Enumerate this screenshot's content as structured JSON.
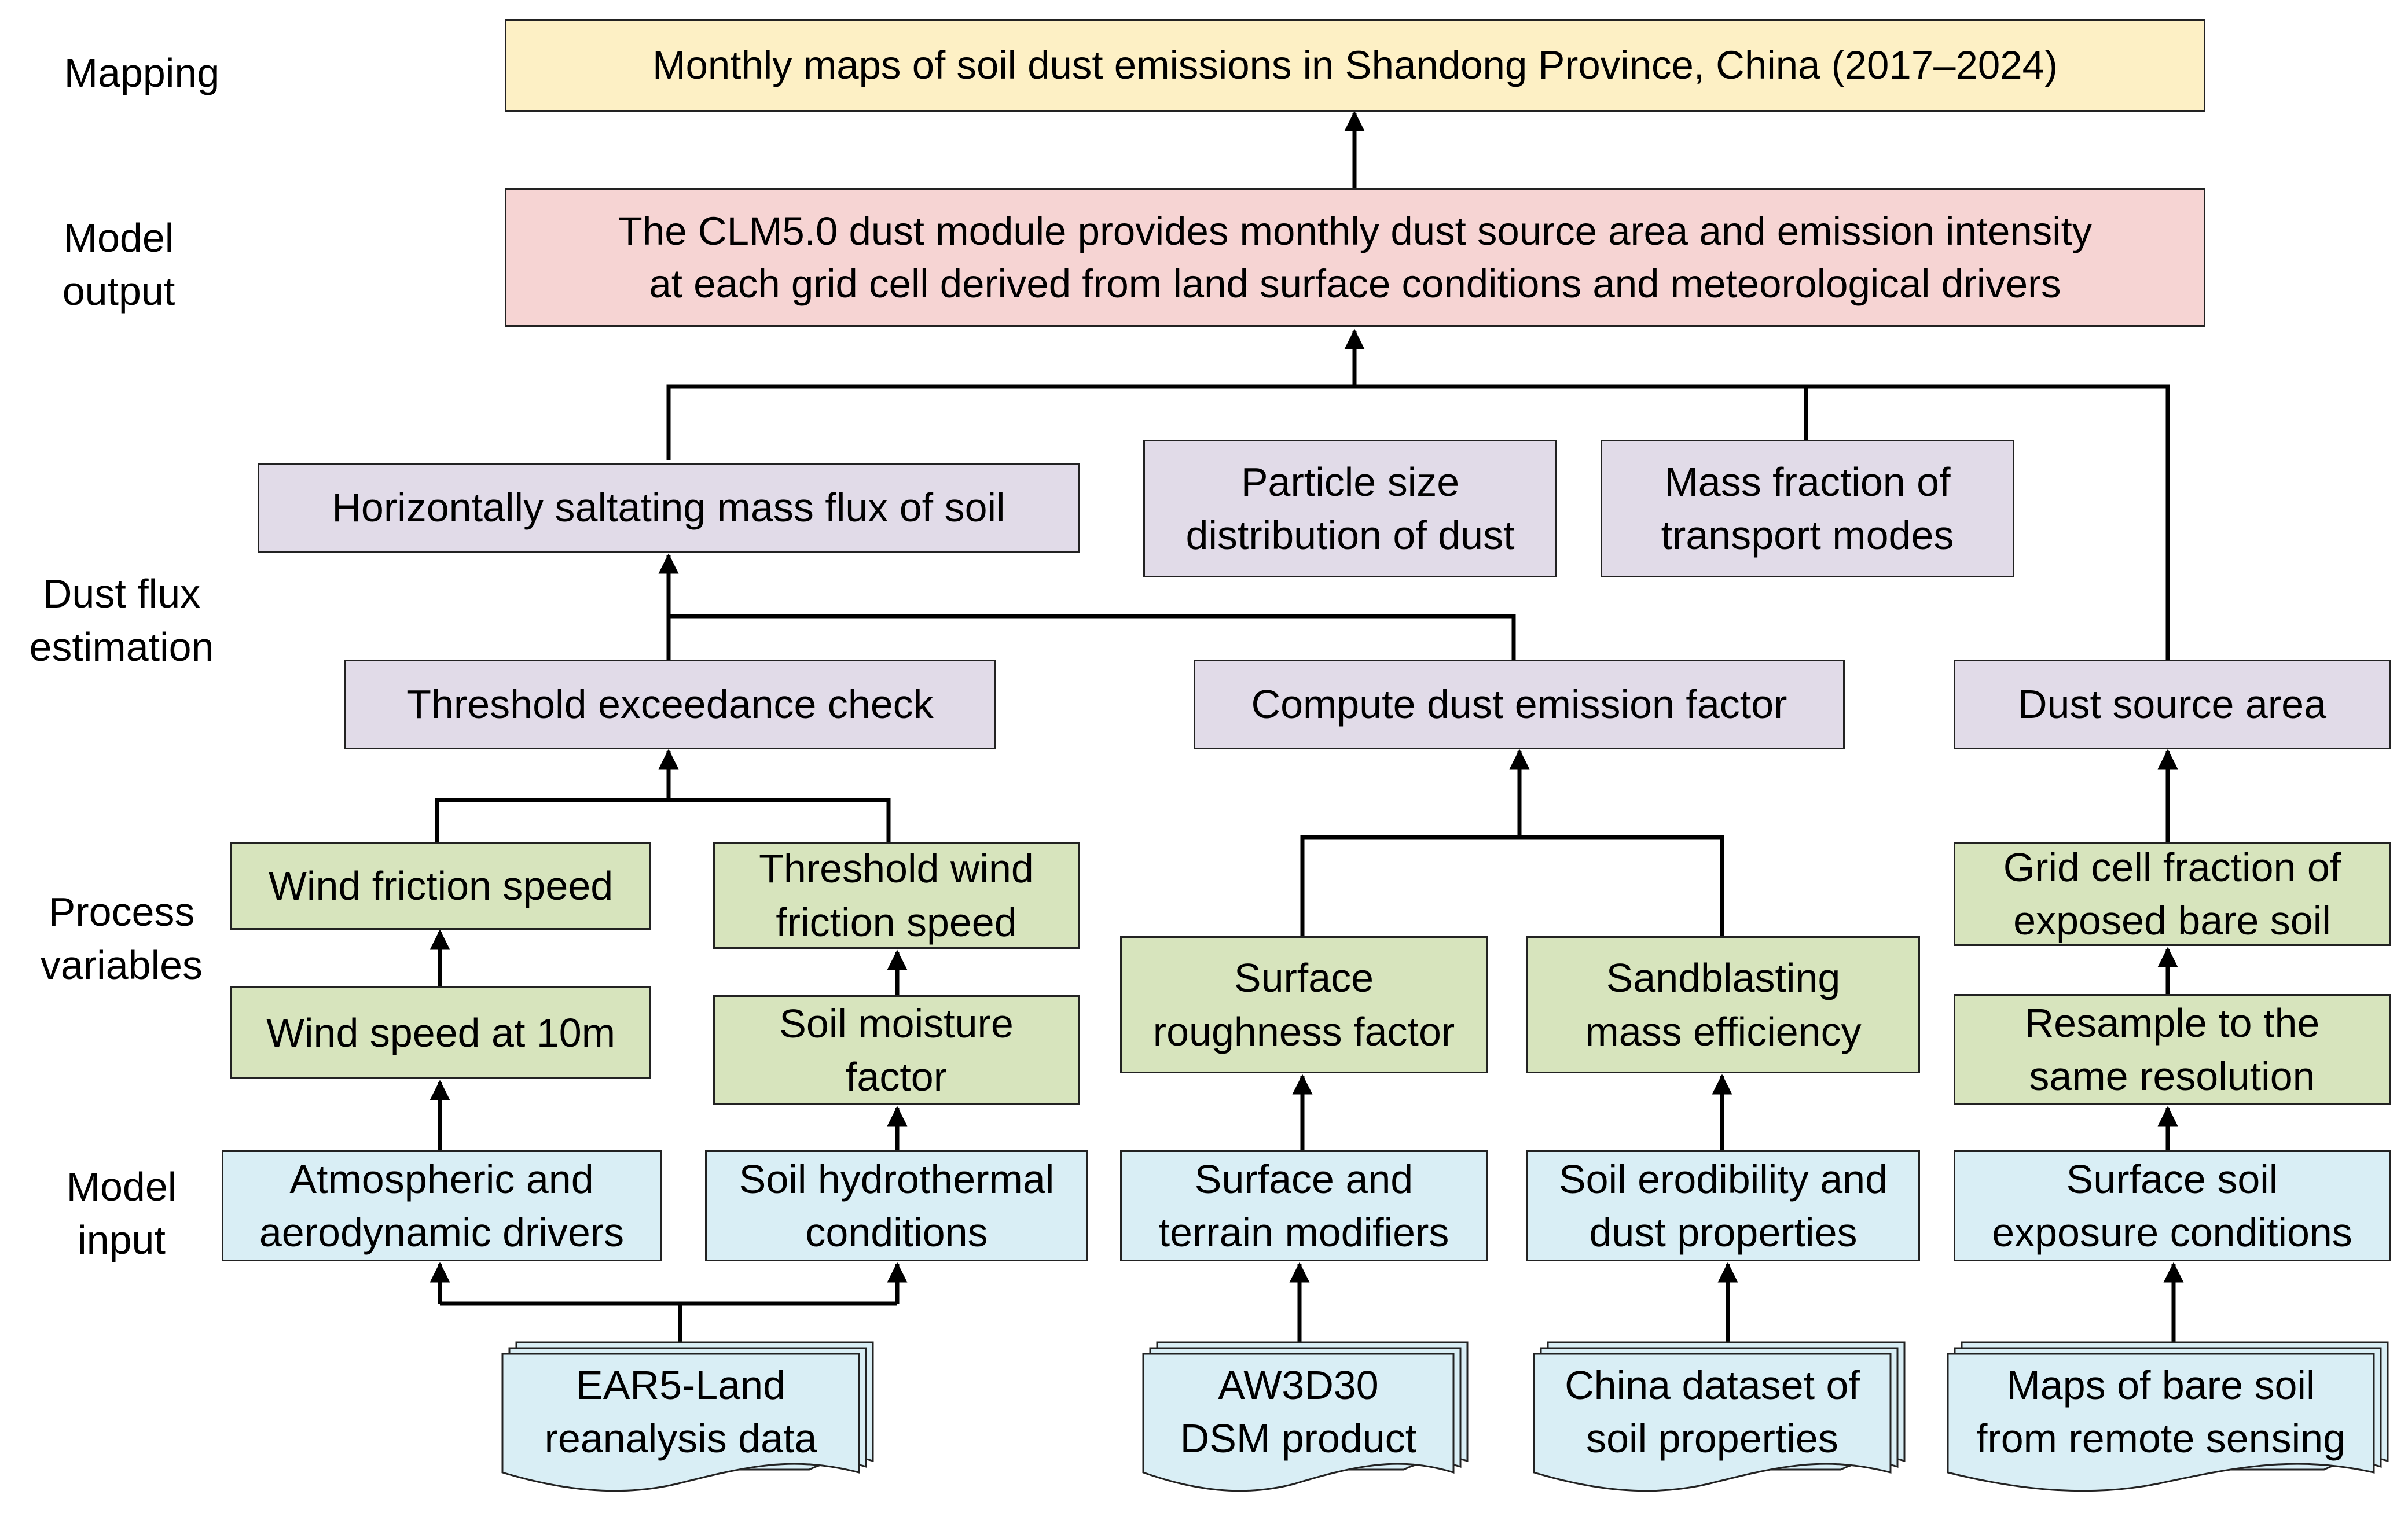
{
  "stages": {
    "mapping": "Mapping",
    "model_output": [
      "Model",
      "output"
    ],
    "dust_flux": [
      "Dust flux",
      "estimation"
    ],
    "process": [
      "Process",
      "variables"
    ],
    "model_input": [
      "Model",
      "input"
    ]
  },
  "mapping": {
    "text": "Monthly maps of soil dust emissions in Shandong Province, China (2017–2024)"
  },
  "output": {
    "lines": [
      "The CLM5.0 dust module provides monthly dust source area and emission intensity",
      "at each grid cell derived from land surface conditions and meteorological drivers"
    ]
  },
  "flux": {
    "saltation": "Horizontally saltating mass flux of soil",
    "particle": [
      "Particle size",
      "distribution of dust"
    ],
    "mass_fraction": [
      "Mass fraction of",
      "transport modes"
    ],
    "threshold_check": "Threshold exceedance check",
    "emission_factor": "Compute dust emission factor",
    "source_area": "Dust source area"
  },
  "process": {
    "wind_friction": "Wind friction speed",
    "threshold_wind": [
      "Threshold wind",
      "friction speed"
    ],
    "wind_speed": "Wind speed at 10m",
    "soil_moisture": [
      "Soil moisture",
      "factor"
    ],
    "roughness": [
      "Surface",
      "roughness factor"
    ],
    "sandblasting": [
      "Sandblasting",
      "mass efficiency"
    ],
    "bare_fraction": [
      "Grid cell fraction of",
      "exposed bare soil"
    ],
    "resample": [
      "Resample to the",
      "same resolution"
    ]
  },
  "inputs": {
    "atmospheric": [
      "Atmospheric and",
      "aerodynamic drivers"
    ],
    "hydrothermal": [
      "Soil hydrothermal",
      "conditions"
    ],
    "terrain": [
      "Surface and",
      "terrain modifiers"
    ],
    "erodibility": [
      "Soil erodibility and",
      "dust properties"
    ],
    "exposure": [
      "Surface soil",
      "exposure conditions"
    ]
  },
  "data_sources": {
    "era5": [
      "EAR5-Land",
      "reanalysis data"
    ],
    "aw3d30": [
      "AW3D30",
      "DSM product"
    ],
    "china_soil": [
      "China dataset of",
      "soil properties"
    ],
    "bare_soil": [
      "Maps of bare soil",
      "from remote sensing"
    ]
  },
  "colors": {
    "mapping": "#fdf0c5",
    "output": "#f6d4d3",
    "flux": "#e1dbe8",
    "process": "#d7e4bd",
    "input": "#d9eef5",
    "line": "#000000"
  }
}
